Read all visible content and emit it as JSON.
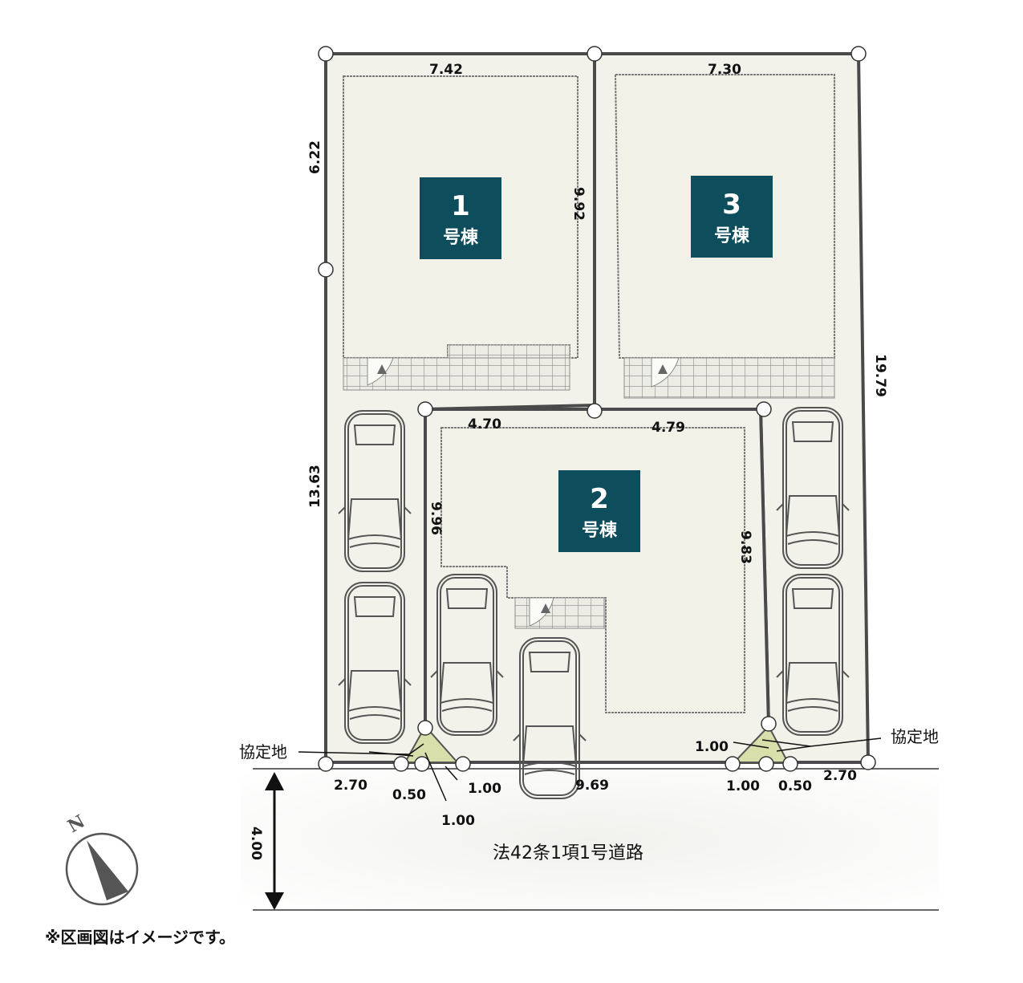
{
  "buildings": [
    {
      "id": "1",
      "number": "1",
      "suffix": "号棟"
    },
    {
      "id": "2",
      "number": "2",
      "suffix": "号棟"
    },
    {
      "id": "3",
      "number": "3",
      "suffix": "号棟"
    }
  ],
  "dimensions": {
    "lot1_top": "7.42",
    "lot1_left": "6.22",
    "lot1_right": "9.92",
    "lot3_top": "7.30",
    "lot3_right": "19.79",
    "lot2_top_left": "4.70",
    "lot2_top_right": "4.79",
    "lot2_left": "9.96",
    "lot2_right": "9.83",
    "left_strip": "13.63",
    "bottom_left": "2.70",
    "bottom_left_corner_a": "0.50",
    "bottom_left_corner_b": "1.00",
    "bottom_left_corner_c": "1.00",
    "bottom_center": "9.69",
    "bottom_right_corner_a": "1.00",
    "bottom_right_corner_b": "1.00",
    "bottom_right_corner_c": "0.50",
    "bottom_right": "2.70",
    "road_width": "4.00"
  },
  "annotations": {
    "agreement_land_left": "協定地",
    "agreement_land_right": "協定地",
    "road_label": "法42条1項1号道路",
    "compass_label": "N",
    "disclaimer": "※区画図はイメージです。"
  },
  "colors": {
    "label_box": "#0e4d5c",
    "lot_fill": "#f2f2ea",
    "agreement_fill": "#d8dfaa",
    "boundary": "#4a4a4a"
  }
}
